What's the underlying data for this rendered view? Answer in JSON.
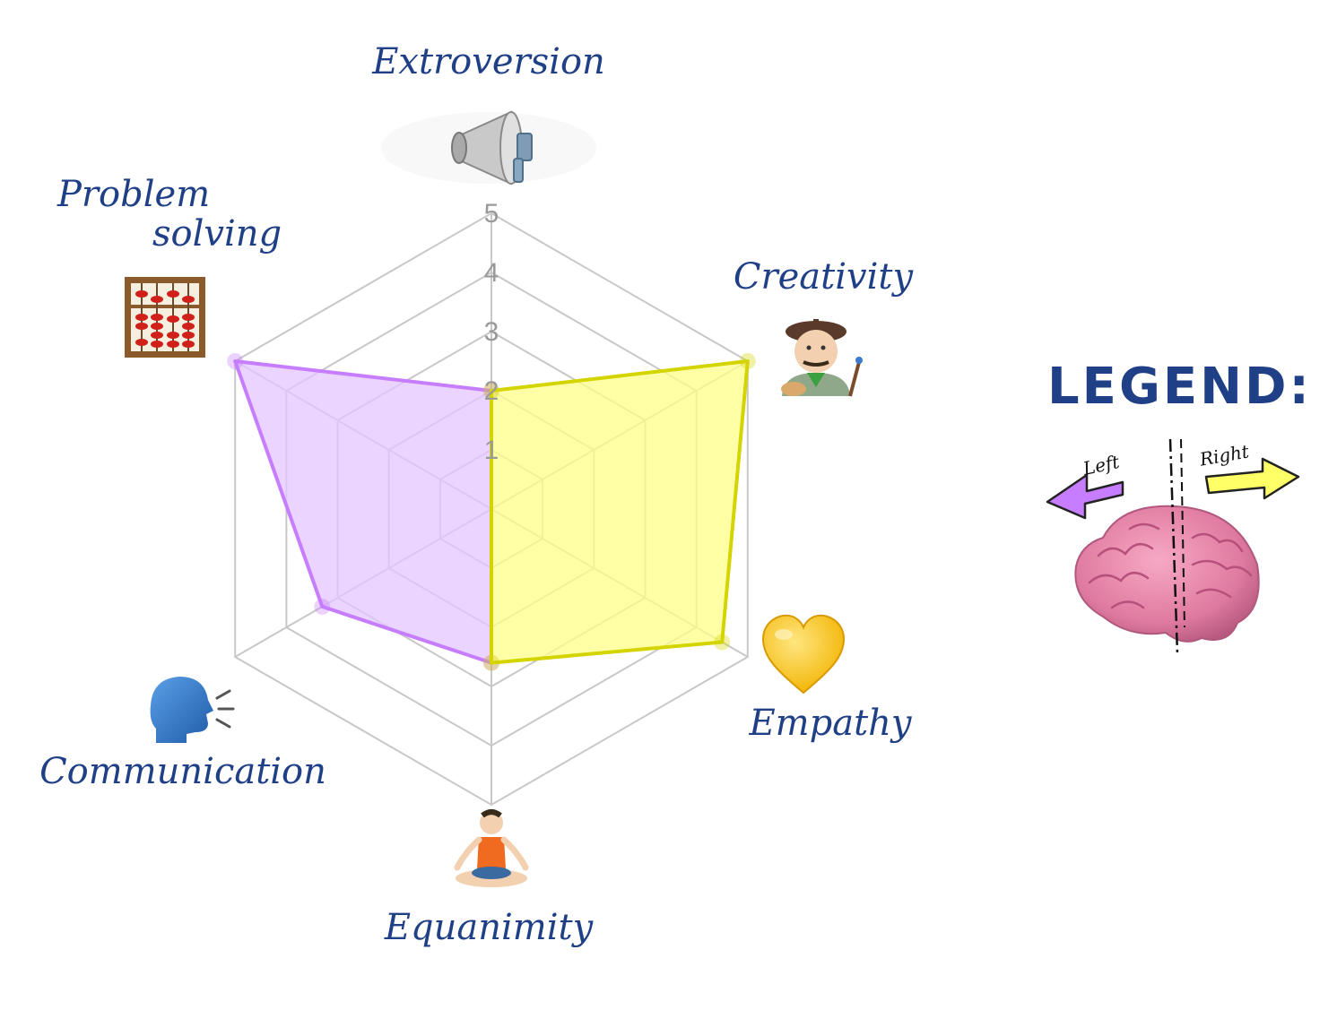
{
  "chart_data": {
    "type": "radar",
    "axes": [
      "Extroversion",
      "Creativity",
      "Empathy",
      "Equanimity",
      "Communication",
      "Problem solving"
    ],
    "axis_icons": [
      "megaphone-icon",
      "artist-icon",
      "yellow-heart-icon",
      "meditation-icon",
      "speaking-head-icon",
      "abacus-icon"
    ],
    "rlim": [
      0,
      5
    ],
    "ticks": [
      1,
      2,
      3,
      4,
      5
    ],
    "tick_labels": [
      "1",
      "2",
      "3",
      "4",
      "5"
    ],
    "grid": true,
    "series": [
      {
        "name": "Left",
        "color": "#c77dff",
        "fill": "#e4c6ff",
        "values": [
          2,
          0,
          0,
          2.6,
          3.3,
          5
        ]
      },
      {
        "name": "Right",
        "color": "#d4d400",
        "fill": "#ffff88",
        "values": [
          2,
          5,
          4.5,
          2.6,
          0,
          0
        ]
      }
    ],
    "legend": {
      "title": "LEGEND:",
      "position": "right",
      "left_label": "Left",
      "right_label": "Right",
      "left_color": "#c77dff",
      "right_color": "#ffff66",
      "icon": "brain-icon"
    }
  }
}
